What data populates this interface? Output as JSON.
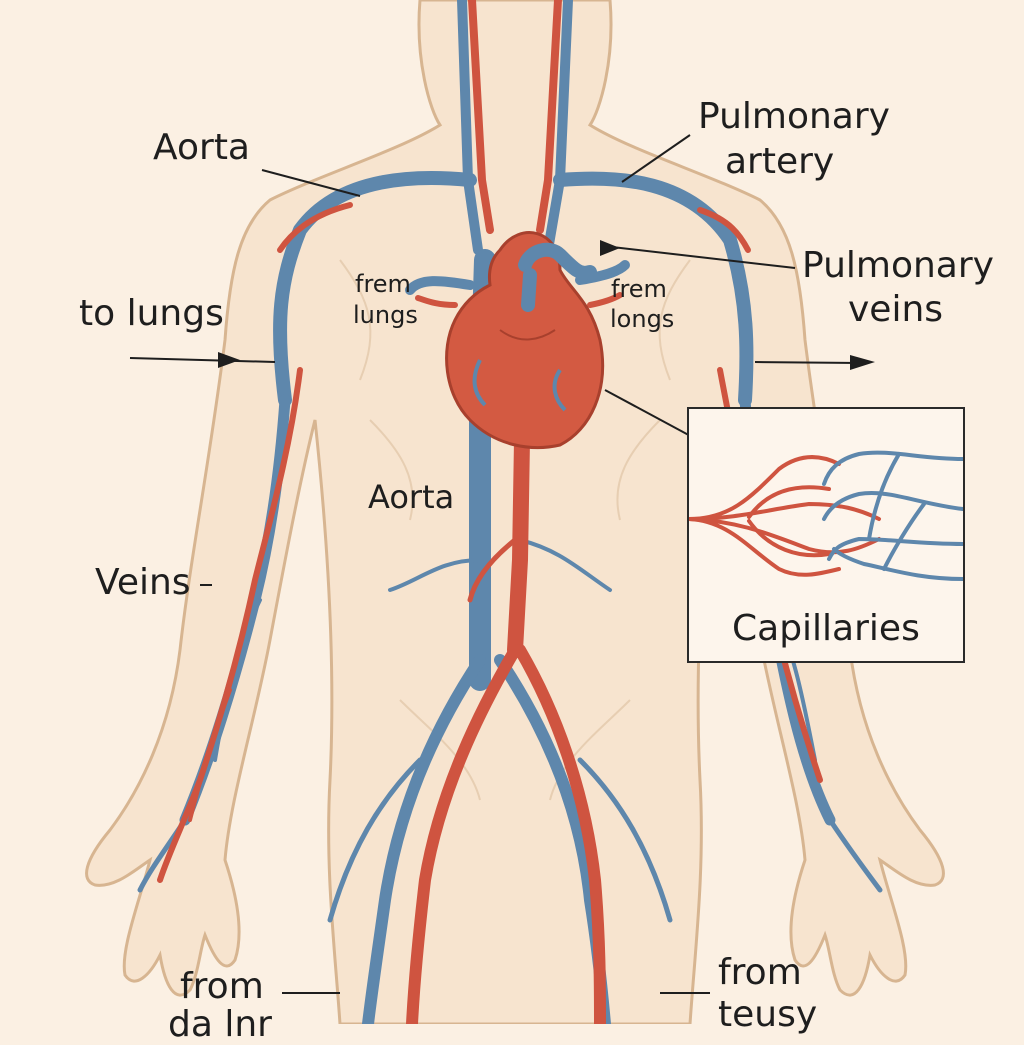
{
  "labels": {
    "aorta_upper": "Aorta",
    "pulmonary_artery_line1": "Pulmonary",
    "pulmonary_artery_line2": "artery",
    "pulmonary_veins_line1": "Pulmonary",
    "pulmonary_veins_line2": "veins",
    "to_lungs": "to lungs",
    "from_lungs_left_line1": "frem",
    "from_lungs_left_line2": "lungs",
    "from_lungs_right_line1": "frem",
    "from_lungs_right_line2": "longs",
    "aorta_lower": "Aorta",
    "veins": "Veins",
    "capillaries": "Capillaries",
    "from_bottom_left_line1": "from",
    "from_bottom_left_line2": "da lnr",
    "from_bottom_right_line1": "from",
    "from_bottom_right_line2": "teusy"
  },
  "colors": {
    "background": "#fbf0e3",
    "skin": "#f7e4cf",
    "skin_outline": "#d7b591",
    "artery_red": "#cf5440",
    "vein_blue": "#5e87ac",
    "heart_red": "#d35a42",
    "label_text": "#1e1e1e"
  }
}
